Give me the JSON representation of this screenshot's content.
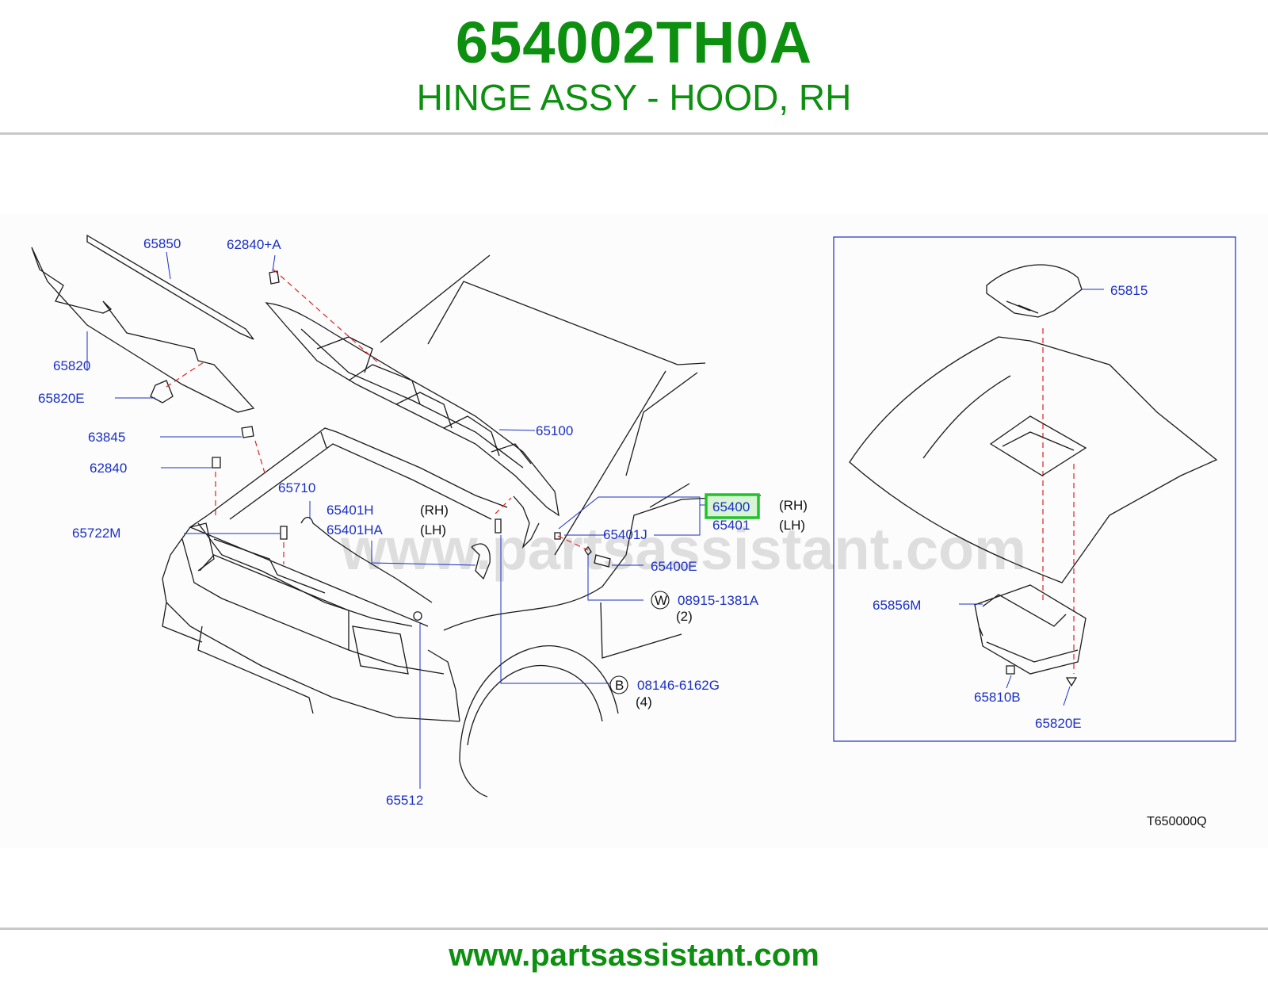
{
  "header": {
    "part_number": "654002TH0A",
    "description": "HINGE ASSY - HOOD, RH"
  },
  "diagram": {
    "code": "T650000Q",
    "watermark": "www.partsassistant.com",
    "highlight_color": "#22c22a",
    "label_color": "#1a2fc4",
    "labels": {
      "l65850": "65850",
      "l62840a": "62840+A",
      "l65820": "65820",
      "l65820e": "65820E",
      "l63845": "63845",
      "l62840": "62840",
      "l65722m": "65722M",
      "l65710": "65710",
      "l65401h": "65401H",
      "rh1": "(RH)",
      "l65401ha": "65401HA",
      "lh1": "(LH)",
      "l65100": "65100",
      "l65400": "65400",
      "rh2": "(RH)",
      "l65401": "65401",
      "lh2": "(LH)",
      "l65401j": "65401J",
      "l65400e": "65400E",
      "w_symbol": "W",
      "l08915": "08915-1381A",
      "qty2": "(2)",
      "b_symbol": "B",
      "l08146": "08146-6162G",
      "qty4": "(4)",
      "l65512": "65512",
      "l65815": "65815",
      "l65856m": "65856M",
      "l65810b": "65810B",
      "l65820e_inset": "65820E"
    }
  },
  "footer": {
    "url": "www.partsassistant.com"
  }
}
